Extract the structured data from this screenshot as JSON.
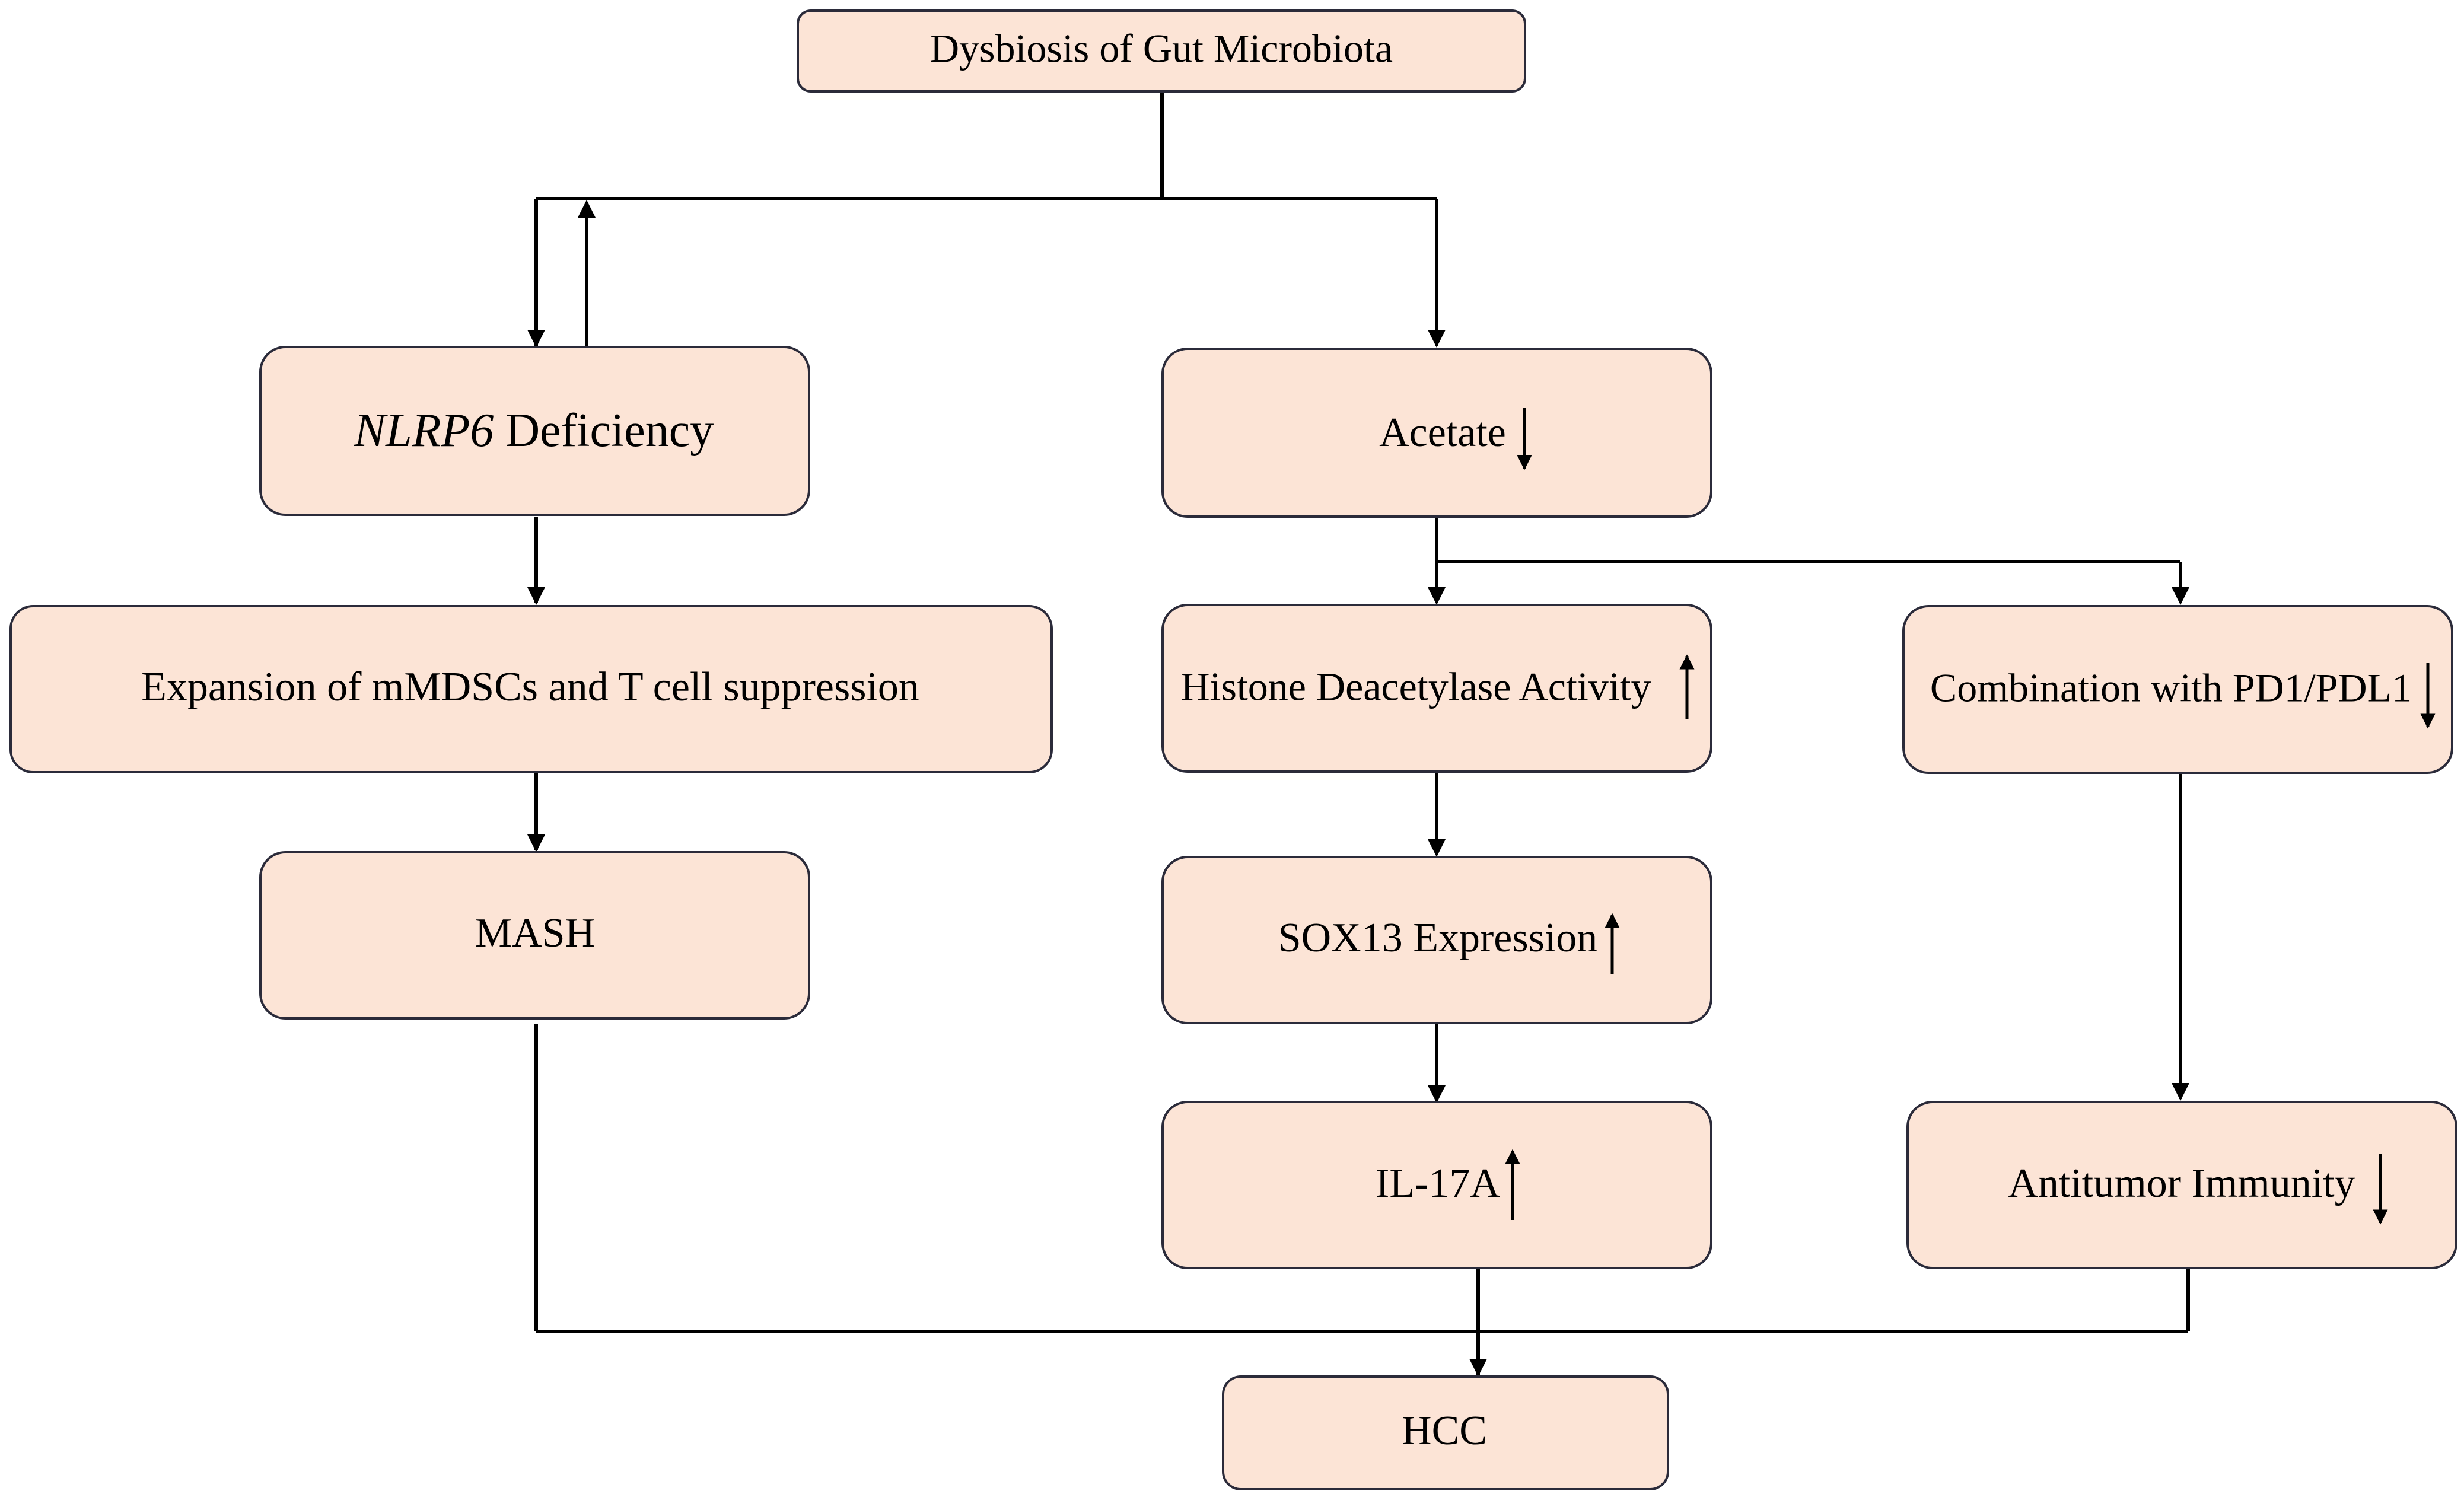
{
  "colors": {
    "box_fill": "#FCE4D6",
    "box_stroke": "#2B2B3A",
    "line": "#000000"
  },
  "nodes": {
    "dysbiosis": {
      "label": "Dysbiosis of Gut Microbiota"
    },
    "nlrp6": {
      "label_italic": "NLRP6",
      "label": " Deficiency"
    },
    "acetate": {
      "label": "Acetate",
      "trend": "down"
    },
    "expansion": {
      "label": "Expansion of mMDSCs and T cell suppression"
    },
    "hdac": {
      "label": "Histone Deacetylase Activity",
      "trend": "up"
    },
    "pd1": {
      "label": "Combination with PD1/PDL1",
      "trend": "down"
    },
    "mash": {
      "label": "MASH"
    },
    "sox13": {
      "label": "SOX13 Expression",
      "trend": "up"
    },
    "il17a": {
      "label": "IL-17A",
      "trend": "up"
    },
    "antitumor": {
      "label": "Antitumor Immunity",
      "trend": "down"
    },
    "hcc": {
      "label": "HCC"
    }
  }
}
